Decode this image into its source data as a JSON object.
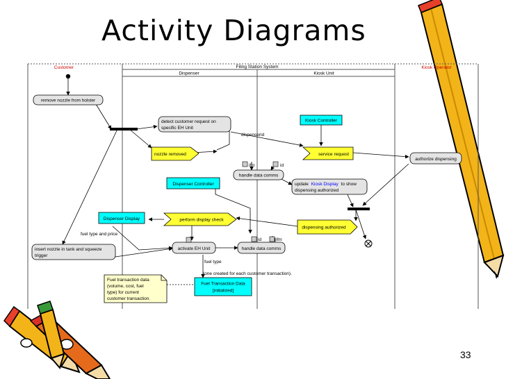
{
  "slide": {
    "title": "Activity Diagrams",
    "page_number": "33"
  },
  "lanes": {
    "customer": "Customer",
    "filing_station": "Filing Station System",
    "dispenser": "Dispenser",
    "kiosk_unit": "Kiosk Unit",
    "kiosk_operator": "Kiosk Operator"
  },
  "activities": {
    "remove_nozzle": "remove nozzle from holster",
    "detect_request_1": "detect customer request on",
    "detect_request_2": "specific EH Unit",
    "nozzle_removed": "nozzle removed",
    "service_request": "service request",
    "authorize_dispensing": "authorize dispensing",
    "handle_comms_1": "handle data comms",
    "update_kiosk_1": "update",
    "update_kiosk_link": "Kiosk Display",
    "update_kiosk_2": "to show",
    "update_kiosk_3": "dispensing authorized",
    "perform_display_check": "perform display check",
    "dispensing_authorized": "dispensing authorized",
    "insert_nozzle_1": "insert nozzle in tank and squeeze",
    "insert_nozzle_2": "trigger",
    "activate_eh": "activate EH Unit",
    "handle_comms_2": "handle data comms"
  },
  "objects": {
    "kiosk_controller": "Kiosk Controller",
    "dispenser_controller": "Dispenser Controller",
    "dispenser_display": "Dispenser Display",
    "fuel_transaction_1": "Fuel Transaction Data",
    "fuel_transaction_2": "[initialized]"
  },
  "labels": {
    "dispenserid": "dispenserid",
    "ifm_1": "ifm",
    "id_1": "id",
    "ifm_2": "ifm",
    "id_2": "id",
    "fuel_type_price": "fuel type and price",
    "fuel_type": "fuel type",
    "one_created": "(one created for each customer transaction)."
  },
  "note": {
    "line1": "Fuel transaction data",
    "line2": "(volume, cost, fuel",
    "line3": "type) for current",
    "line4": "customer transaction."
  },
  "colors": {
    "lane_title_red": "#cc0000",
    "activity_gray": "#e4e4e4",
    "object_cyan": "#00ffff",
    "signal_yellow": "#ffff33",
    "note_yellow": "#ffffcc",
    "link_blue": "#0000ff"
  }
}
